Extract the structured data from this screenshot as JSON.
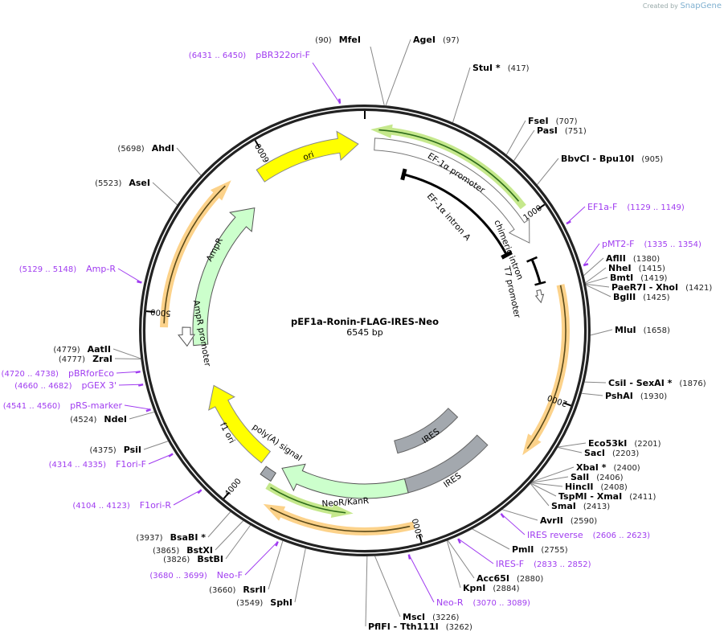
{
  "credit": {
    "prefix": "Created by",
    "brand": "SnapGene"
  },
  "plasmid": {
    "name": "pEF1a-Ronin-FLAG-IRES-Neo",
    "length": "6545 bp"
  },
  "ticks": [
    "1000",
    "2000",
    "3000",
    "4000",
    "5000",
    "6000"
  ],
  "features": [
    {
      "label": "ori",
      "color": "#ffff00"
    },
    {
      "label": "EF-1α promoter",
      "color": "#ffffff"
    },
    {
      "label": "EF-1α intron A",
      "color": "#000000"
    },
    {
      "label": "chimeric intron",
      "color": "#000000"
    },
    {
      "label": "T7 promoter",
      "color": "#ffffff"
    },
    {
      "label": "IRES",
      "color": "#a3a8ae"
    },
    {
      "label": "IRES",
      "color": "#a3a8ae"
    },
    {
      "label": "NeoR/KanR",
      "color": "#ccffcc"
    },
    {
      "label": "poly(A) signal",
      "color": "#a3a8ae"
    },
    {
      "label": "f1 ori",
      "color": "#ffff00"
    },
    {
      "label": "AmpR",
      "color": "#ccffcc"
    },
    {
      "label": "AmpR promoter",
      "color": "#ffffff"
    }
  ],
  "enzymes": [
    {
      "name": "MfeI",
      "pos": "(90)"
    },
    {
      "name": "AgeI",
      "pos": "(97)"
    },
    {
      "name": "StuI *",
      "pos": "(417)"
    },
    {
      "name": "FseI",
      "pos": "(707)"
    },
    {
      "name": "PasI",
      "pos": "(751)"
    },
    {
      "name": "BbvCI  - Bpu10I",
      "pos": "(905)"
    },
    {
      "name": "AflII",
      "pos": "(1380)"
    },
    {
      "name": "NheI",
      "pos": "(1415)"
    },
    {
      "name": "BmtI",
      "pos": "(1419)"
    },
    {
      "name": "PaeR7I  - XhoI",
      "pos": "(1421)"
    },
    {
      "name": "BglII",
      "pos": "(1425)"
    },
    {
      "name": "MluI",
      "pos": "(1658)"
    },
    {
      "name": "CsiI  - SexAI *",
      "pos": "(1876)"
    },
    {
      "name": "PshAI",
      "pos": "(1930)"
    },
    {
      "name": "Eco53kI",
      "pos": "(2201)"
    },
    {
      "name": "SacI",
      "pos": "(2203)"
    },
    {
      "name": "XbaI *",
      "pos": "(2400)"
    },
    {
      "name": "SalI",
      "pos": "(2406)"
    },
    {
      "name": "HincII",
      "pos": "(2408)"
    },
    {
      "name": "TspMI  - XmaI",
      "pos": "(2411)"
    },
    {
      "name": "SmaI",
      "pos": "(2413)"
    },
    {
      "name": "AvrII",
      "pos": "(2590)"
    },
    {
      "name": "PmlI",
      "pos": "(2755)"
    },
    {
      "name": "Acc65I",
      "pos": "(2880)"
    },
    {
      "name": "KpnI",
      "pos": "(2884)"
    },
    {
      "name": "MscI",
      "pos": "(3226)"
    },
    {
      "name": "PflFI  - Tth111I",
      "pos": "(3262)"
    },
    {
      "name": "SphI",
      "pos": "(3549)"
    },
    {
      "name": "RsrII",
      "pos": "(3660)"
    },
    {
      "name": "BstBI",
      "pos": "(3826)"
    },
    {
      "name": "BstXI",
      "pos": "(3865)"
    },
    {
      "name": "BsaBI *",
      "pos": "(3937)"
    },
    {
      "name": "PsiI",
      "pos": "(4375)"
    },
    {
      "name": "NdeI",
      "pos": "(4524)"
    },
    {
      "name": "ZraI",
      "pos": "(4777)"
    },
    {
      "name": "AatII",
      "pos": "(4779)"
    },
    {
      "name": "AseI",
      "pos": "(5523)"
    },
    {
      "name": "AhdI",
      "pos": "(5698)"
    }
  ],
  "primers": [
    {
      "name": "EF1a-F",
      "range": "(1129 .. 1149)"
    },
    {
      "name": "pMT2-F",
      "range": "(1335 .. 1354)"
    },
    {
      "name": "IRES reverse",
      "range": "(2606 .. 2623)"
    },
    {
      "name": "IRES-F",
      "range": "(2833 .. 2852)"
    },
    {
      "name": "Neo-R",
      "range": "(3070 .. 3089)"
    },
    {
      "name": "Neo-F",
      "range": "(3680 .. 3699)"
    },
    {
      "name": "F1ori-R",
      "range": "(4104 .. 4123)"
    },
    {
      "name": "F1ori-F",
      "range": "(4314 .. 4335)"
    },
    {
      "name": "pRS-marker",
      "range": "(4541 .. 4560)"
    },
    {
      "name": "pGEX 3'",
      "range": "(4660 .. 4682)"
    },
    {
      "name": "pBRforEco",
      "range": "(4720 .. 4738)"
    },
    {
      "name": "Amp-R",
      "range": "(5129 .. 5148)"
    },
    {
      "name": "pBR322ori-F",
      "range": "(6431 .. 6450)"
    }
  ]
}
